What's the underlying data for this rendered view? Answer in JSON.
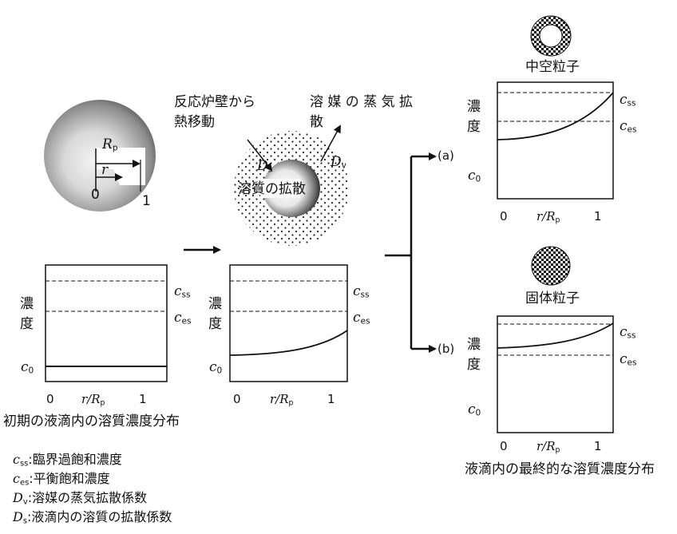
{
  "droplet_left": {
    "rp_sym": "R",
    "rp_sub": "p",
    "r_sym": "r",
    "zero": "0",
    "one": "1"
  },
  "droplet_mid": {
    "heat_line1": "反応炉壁から",
    "heat_line2": "熱移動",
    "vapor_line1": "溶 媒 の 蒸 気 拡",
    "vapor_line2": "散",
    "ds_sym": "D",
    "ds_sub": "s",
    "dv_sym": "D",
    "dv_sub": "v",
    "solute": "溶質の拡散"
  },
  "branch_a": "(a)",
  "branch_b": "(b)",
  "hollow_title": "中空粒子",
  "solid_title": "固体粒子",
  "plot_labels": {
    "conc1": "濃",
    "conc2": "度",
    "css_sym": "c",
    "css_sub": "ss",
    "ces_sym": "c",
    "ces_sub": "es",
    "c0_sym": "c",
    "c0_sub": "0",
    "x0": "0",
    "x_r": "r",
    "x_slash": "/",
    "x_R": "R",
    "x_p": "p",
    "x1": "1"
  },
  "caption_initial": "初期の液滴内の溶質濃度分布",
  "caption_final": "液滴内の最終的な溶質濃度分布",
  "legend": [
    {
      "sym": "c",
      "sub": "ss",
      "text": ":臨界過飽和濃度"
    },
    {
      "sym": "c",
      "sub": "es",
      "text": ":平衡飽和濃度"
    },
    {
      "sym": "D",
      "sub": "v",
      "text": ":溶媒の蒸気拡散係数"
    },
    {
      "sym": "D",
      "sub": "s",
      "text": ":液滴内の溶質の拡散係数"
    }
  ]
}
